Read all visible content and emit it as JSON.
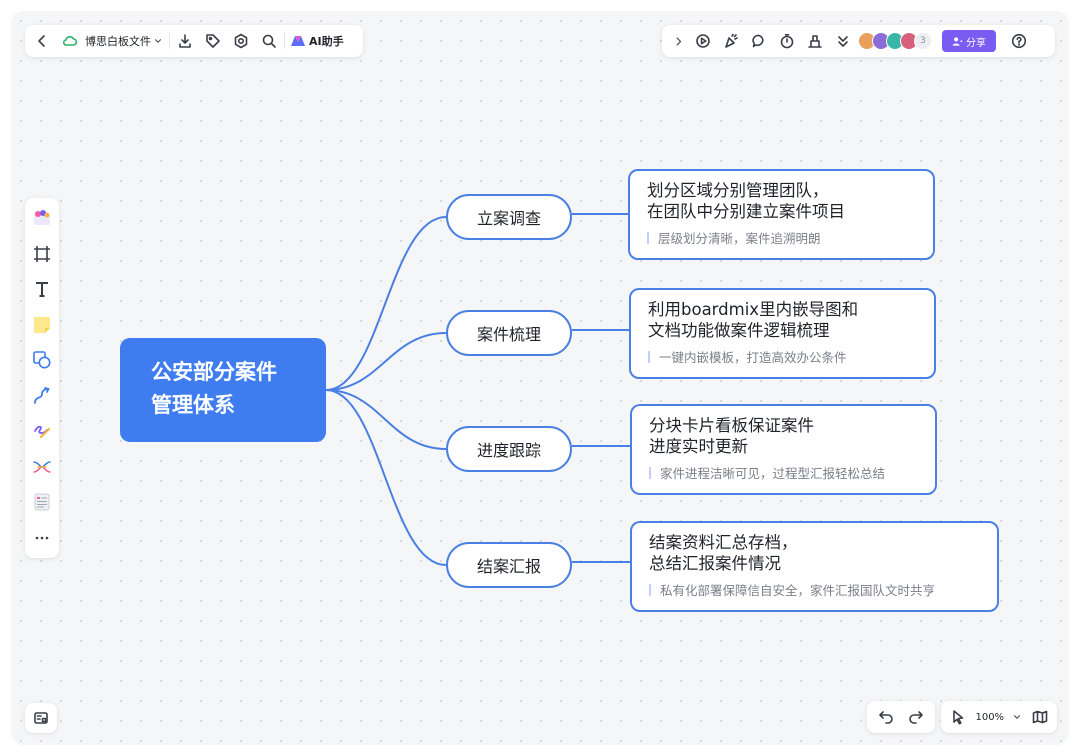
{
  "toolbar": {
    "doc_title": "博思白板文件",
    "ai_label": "AI助手",
    "icons": [
      "back-icon",
      "cloud-sync-icon",
      "chevron-down-icon",
      "download-icon",
      "tag-icon",
      "settings-icon",
      "search-icon",
      "ai-logo-icon"
    ]
  },
  "collab": {
    "extra_count": "3",
    "share_label": "分享",
    "avatar_colors": [
      "#e8a05c",
      "#8b6cd8",
      "#3bb6a6",
      "#d9607a"
    ]
  },
  "zoom": {
    "level": "100%"
  },
  "mindmap": {
    "root": {
      "line1": "公安部分案件",
      "line2": "管理体系"
    },
    "branches": [
      {
        "label": "立案调查",
        "detail_line1": "划分区域分别管理团队，",
        "detail_line2": "在团队中分别建立案件项目",
        "note": "层级划分清晰，案件追溯明朗"
      },
      {
        "label": "案件梳理",
        "detail_line1": "利用boardmix里内嵌导图和",
        "detail_line2": "文档功能做案件逻辑梳理",
        "note": "一键内嵌模板，打造高效办公条件"
      },
      {
        "label": "进度跟踪",
        "detail_line1": "分块卡片看板保证案件",
        "detail_line2": "进度实时更新",
        "note": "家件进程洁晰可见，过程型汇报轻松总结"
      },
      {
        "label": "结案汇报",
        "detail_line1": "结案资料汇总存档，",
        "detail_line2": "总结汇报案件情况",
        "note": "私有化部署保障信自安全，家件汇报国队文时共亨"
      }
    ]
  },
  "colors": {
    "accent": "#3e7cf0",
    "share": "#7b5cf2",
    "edge": "#4a7fe3"
  }
}
